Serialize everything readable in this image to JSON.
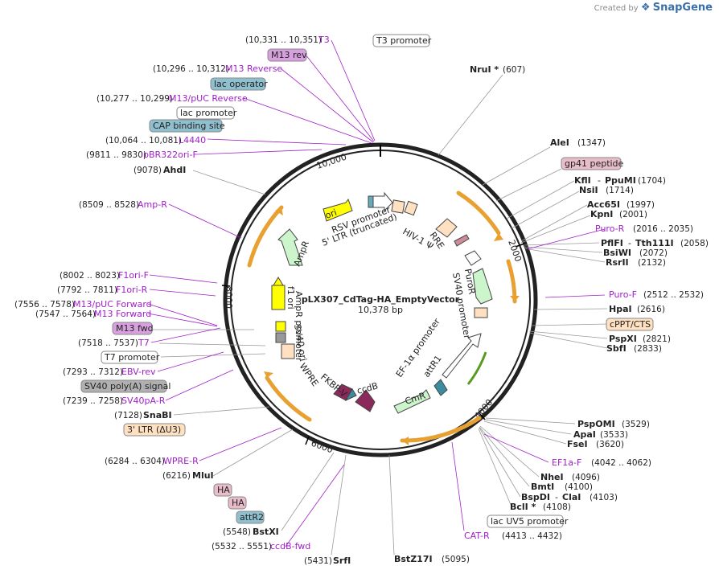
{
  "brand": {
    "created_by": "Created by",
    "app": "SnapGene"
  },
  "plasmid": {
    "name": "pLX307_CdTag-HA_EmptyVector",
    "length": "10,378 bp"
  },
  "ticks": {
    "t10000": "10,000",
    "t2000": "2000",
    "t4000": "4000",
    "t6000": "6000",
    "t8000": "8000"
  },
  "enzymes": {
    "NruI": {
      "name": "NruI *",
      "pos": "(607)"
    },
    "AleI": {
      "name": "AleI",
      "pos": "(1347)"
    },
    "KflI": {
      "name": "KflI",
      "sep": "- ",
      "name2": "PpuMI",
      "pos": "(1704)"
    },
    "NsiI": {
      "name": "NsiI",
      "pos": "(1714)"
    },
    "Acc65I": {
      "name": "Acc65I",
      "pos": "(1997)"
    },
    "KpnI": {
      "name": "KpnI",
      "pos": "(2001)"
    },
    "PflFI": {
      "name": "PflFI",
      "sep": "- ",
      "name2": "Tth111I",
      "pos": "(2058)"
    },
    "BsiWI": {
      "name": "BsiWI",
      "pos": "(2072)"
    },
    "RsrII": {
      "name": "RsrII",
      "pos": "(2132)"
    },
    "HpaI": {
      "name": "HpaI",
      "pos": "(2616)"
    },
    "PspXI": {
      "name": "PspXI",
      "pos": "(2821)"
    },
    "SbfI": {
      "name": "SbfI",
      "pos": "(2833)"
    },
    "PspOMI": {
      "name": "PspOMI",
      "pos": "(3529)"
    },
    "ApaI": {
      "name": "ApaI",
      "pos": "(3533)"
    },
    "FseI": {
      "name": "FseI",
      "pos": "(3620)"
    },
    "NheI": {
      "name": "NheI",
      "pos": "(4096)"
    },
    "BmtI": {
      "name": "BmtI",
      "pos": "(4100)"
    },
    "BspDI": {
      "name": "BspDI",
      "sep": "- ",
      "name2": "ClaI",
      "pos": "(4103)"
    },
    "BclI": {
      "name": "BclI *",
      "pos": "(4108)"
    },
    "BstZ17I": {
      "name": "BstZ17I",
      "pos": "(5095)"
    },
    "SrfI": {
      "name": "SrfI",
      "pos": "(5431)"
    },
    "BstXI": {
      "name": "BstXI",
      "pos": "(5548)"
    },
    "MluI": {
      "name": "MluI",
      "pos": "(6216)"
    },
    "SnaBI": {
      "name": "SnaBI",
      "pos": "(7128)"
    },
    "AhdI": {
      "name": "AhdI",
      "pos": "(9078)"
    }
  },
  "primers": {
    "T3": {
      "range": "(10,331 .. 10,351)",
      "name": "T3"
    },
    "M13rev": {
      "range": "(10,296 .. 10,312)",
      "name": "M13 Reverse"
    },
    "M13pUCrev": {
      "range": "(10,277 .. 10,299)",
      "name": "M13/pUC Reverse"
    },
    "L4440": {
      "range": "(10,064 .. 10,081)",
      "name": "L4440"
    },
    "pBR322": {
      "range": "(9811 .. 9830)",
      "name": "pBR322ori-F"
    },
    "AmpR": {
      "range": "(8509 .. 8528)",
      "name": "Amp-R"
    },
    "F1oriF": {
      "range": "(8002 .. 8023)",
      "name": "F1ori-F"
    },
    "F1oriR": {
      "range": "(7792 .. 7811)",
      "name": "F1ori-R"
    },
    "M13pUCfwd": {
      "range": "(7556 .. 7578)",
      "name": "M13/pUC Forward"
    },
    "M13fwd": {
      "range": "(7547 .. 7564)",
      "name": "M13 Forward"
    },
    "T7": {
      "range": "(7518 .. 7537)",
      "name": "T7"
    },
    "EBVrev": {
      "range": "(7293 .. 7312)",
      "name": "EBV-rev"
    },
    "SV40pAR": {
      "range": "(7239 .. 7258)",
      "name": "SV40pA-R"
    },
    "WPRER": {
      "range": "(6284 .. 6304)",
      "name": "WPRE-R"
    },
    "ccdBfwd": {
      "range": "(5532 .. 5551)",
      "name": "ccdB-fwd"
    },
    "PuroR": {
      "range": "(2016 .. 2035)",
      "name": "Puro-R"
    },
    "PuroF": {
      "range": "(2512 .. 2532)",
      "name": "Puro-F"
    },
    "EF1aF": {
      "name": "EF1a-F",
      "range": "(4042 .. 4062)"
    },
    "CATR": {
      "name": "CAT-R",
      "range": "(4413 .. 4432)"
    }
  },
  "boxes": {
    "T3promoter": "T3 promoter",
    "M13rev": "M13 rev",
    "lacOperator": "lac operator",
    "lacPromoter": "lac promoter",
    "CAP": "CAP binding site",
    "gp41": "gp41 peptide",
    "cPPT": "cPPT/CTS",
    "lacUV5": "lac UV5 promoter",
    "M13fwd": "M13 fwd",
    "T7promoter": "T7 promoter",
    "SV40polyA": "SV40 poly(A) signal",
    "LTR3": "3' LTR (ΔU3)",
    "HA1": "HA",
    "HA2": "HA",
    "attR2": "attR2"
  },
  "features": {
    "ori": "ori",
    "AmpR": "AmpR",
    "AmpRpromoter": "AmpR promoter",
    "f1ori": "f1 ori",
    "RSVpromoter": "RSV promoter",
    "LTR5": "5' LTR (truncated)",
    "HIV1psi": "HIV-1 Ψ",
    "RRE": "RRE",
    "PuroR": "PuroR",
    "SV40promoter": "SV40 promoter",
    "EF1a": "EF-1α promoter",
    "attR1": "attR1",
    "CmR": "CmR",
    "ccdB": "ccdB",
    "FKBPV": "FKBP-V",
    "WPRE": "WPRE",
    "SV40ori": "SV40 ori"
  },
  "colors": {
    "ori": "#ffff00",
    "AmpR": "#ccf5cc",
    "promoter": "#ffffff",
    "ltr": "#ffe0c0",
    "puroR": "#ccf5cc",
    "cmR": "#ccf5cc",
    "ccdB": "#8b2a5a",
    "attR": "#3c8ca0",
    "primer": "#a020c8",
    "orfArrow": "#e8a030"
  }
}
